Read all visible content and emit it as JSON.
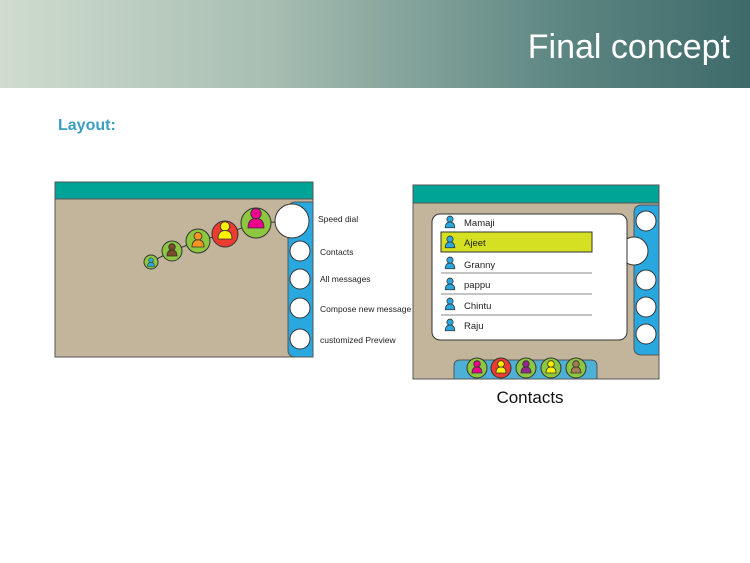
{
  "slide": {
    "title": "Final concept",
    "section_label": "Layout:"
  },
  "speed_dial_mockup": {
    "menu_labels": [
      "Speed dial",
      "Contacts",
      "All messages",
      "Compose new message",
      "customized Preview"
    ]
  },
  "contacts_mockup": {
    "contacts": [
      "Mamaji",
      "Ajeet",
      "Granny",
      "pappu",
      "Chintu",
      "Raju"
    ],
    "selected": "Ajeet",
    "caption": "Contacts"
  },
  "colors": {
    "teal_bar": "#00a496",
    "beige": "#c2b59b",
    "blue_panel": "#29a8e0",
    "highlight": "#d4e021",
    "accent": "#3a9fc0"
  }
}
